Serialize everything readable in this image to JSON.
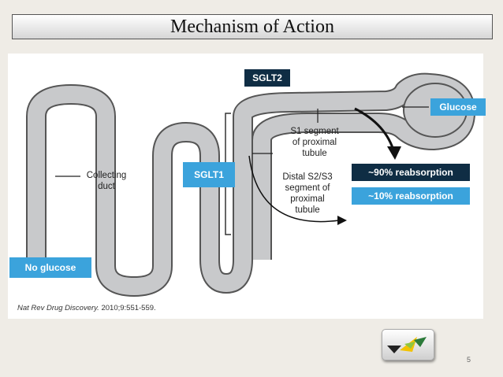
{
  "slide": {
    "title": "Mechanism of Action",
    "page_number": "5"
  },
  "diagram": {
    "labels": {
      "sglt2": "SGLT2",
      "sglt1": "SGLT1",
      "glucose": "Glucose",
      "no_glucose": "No glucose",
      "reabsorption_90": "~90% reabsorption",
      "reabsorption_10": "~10% reabsorption"
    },
    "annotations": {
      "collecting_duct": [
        "Collecting",
        "duct"
      ],
      "s1_segment": [
        "S1 segment",
        "of proximal",
        "tubule"
      ],
      "distal_segment": [
        "Distal S2/S3",
        "segment of",
        "proximal",
        "tubule"
      ]
    },
    "citation": {
      "journal": "Nat Rev Drug Discovery.",
      "details": " 2010;9:551-559."
    },
    "colors": {
      "tubule_fill": "#c8c9cb",
      "tubule_outline": "#555555",
      "dark_box": "#0f2d44",
      "light_box": "#3ba3dc",
      "box_text": "#ffffff"
    }
  }
}
